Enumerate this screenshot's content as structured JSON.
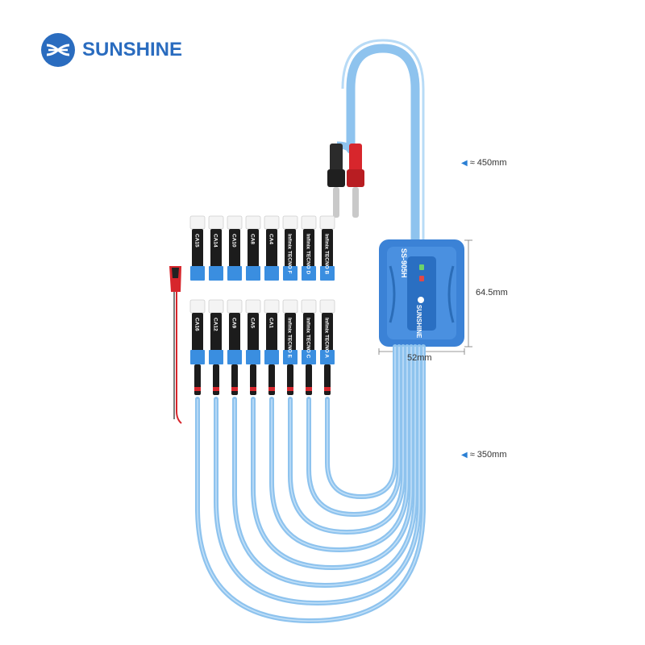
{
  "brand": {
    "name": "SUNSHINE"
  },
  "product": {
    "model": "SS-905H",
    "device_brand": "SUNSHINE"
  },
  "top_tips": [
    {
      "label": "CA15"
    },
    {
      "label": "CA14"
    },
    {
      "label": "CA10"
    },
    {
      "label": "CA8"
    },
    {
      "label": "CA4"
    },
    {
      "label": "Infinix TECNO F"
    },
    {
      "label": "Infinix TECNO D"
    },
    {
      "label": "Infinix TECNO B"
    }
  ],
  "bottom_tips": [
    {
      "label": "CA16"
    },
    {
      "label": "CA12"
    },
    {
      "label": "CA9"
    },
    {
      "label": "CA5"
    },
    {
      "label": "CA1"
    },
    {
      "label": "Infinix TECNO E"
    },
    {
      "label": "Infinix TECNO C"
    },
    {
      "label": "Infinix TECNO A"
    }
  ],
  "dimensions": {
    "top_cable": "≈ 450mm",
    "box_height": "64.5mm",
    "box_width": "52mm",
    "bottom_cable": "≈ 350mm"
  },
  "colors": {
    "brand_blue": "#2a6cbf",
    "cable_blue": "#8ec3ee",
    "box_blue": "#3b82d6",
    "sleeve_blue": "#3a8ee0",
    "plug_red": "#d7262c"
  }
}
